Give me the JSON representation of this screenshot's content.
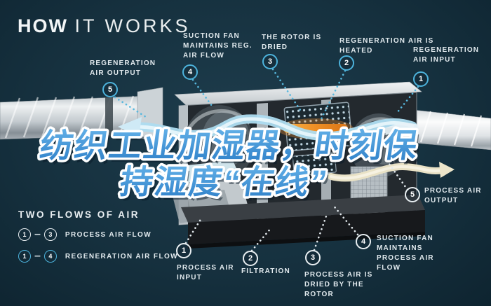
{
  "title": {
    "bold": "HOW",
    "light": "IT WORKS"
  },
  "headline": {
    "line1": "纺织工业加湿器，时刻保",
    "line2": "持湿度“在线”",
    "color": "#4d9fdd"
  },
  "colors": {
    "background": "#16313f",
    "accent_blue": "#4db3dc",
    "label_white": "#e8eef1",
    "heater_orange": "#e8922e",
    "output_cream": "#e9e2c6"
  },
  "callouts_regeneration": [
    {
      "num": "5",
      "label": "REGENERATION AIR OUTPUT"
    },
    {
      "num": "4",
      "label": "SUCTION FAN MAINTAINS REG. AIR FLOW"
    },
    {
      "num": "3",
      "label": "THE ROTOR IS DRIED"
    },
    {
      "num": "2",
      "label": "REGENERATION AIR IS HEATED"
    },
    {
      "num": "1",
      "label": "REGENERATION AIR INPUT"
    }
  ],
  "callouts_process": [
    {
      "num": "1",
      "label": "PROCESS AIR INPUT"
    },
    {
      "num": "2",
      "label": "FILTRATION"
    },
    {
      "num": "3",
      "label": "PROCESS AIR IS DRIED BY THE ROTOR"
    },
    {
      "num": "4",
      "label": "SUCTION FAN MAINTAINS PROCESS AIR FLOW"
    },
    {
      "num": "5",
      "label": "PROCESS AIR OUTPUT"
    }
  ],
  "legend": {
    "title": "TWO FLOWS OF AIR",
    "rows": [
      {
        "from": "1",
        "to": "3",
        "label": "PROCESS AIR FLOW"
      },
      {
        "from": "1",
        "to": "4",
        "label": "REGENERATION AIR FLOW"
      }
    ]
  }
}
